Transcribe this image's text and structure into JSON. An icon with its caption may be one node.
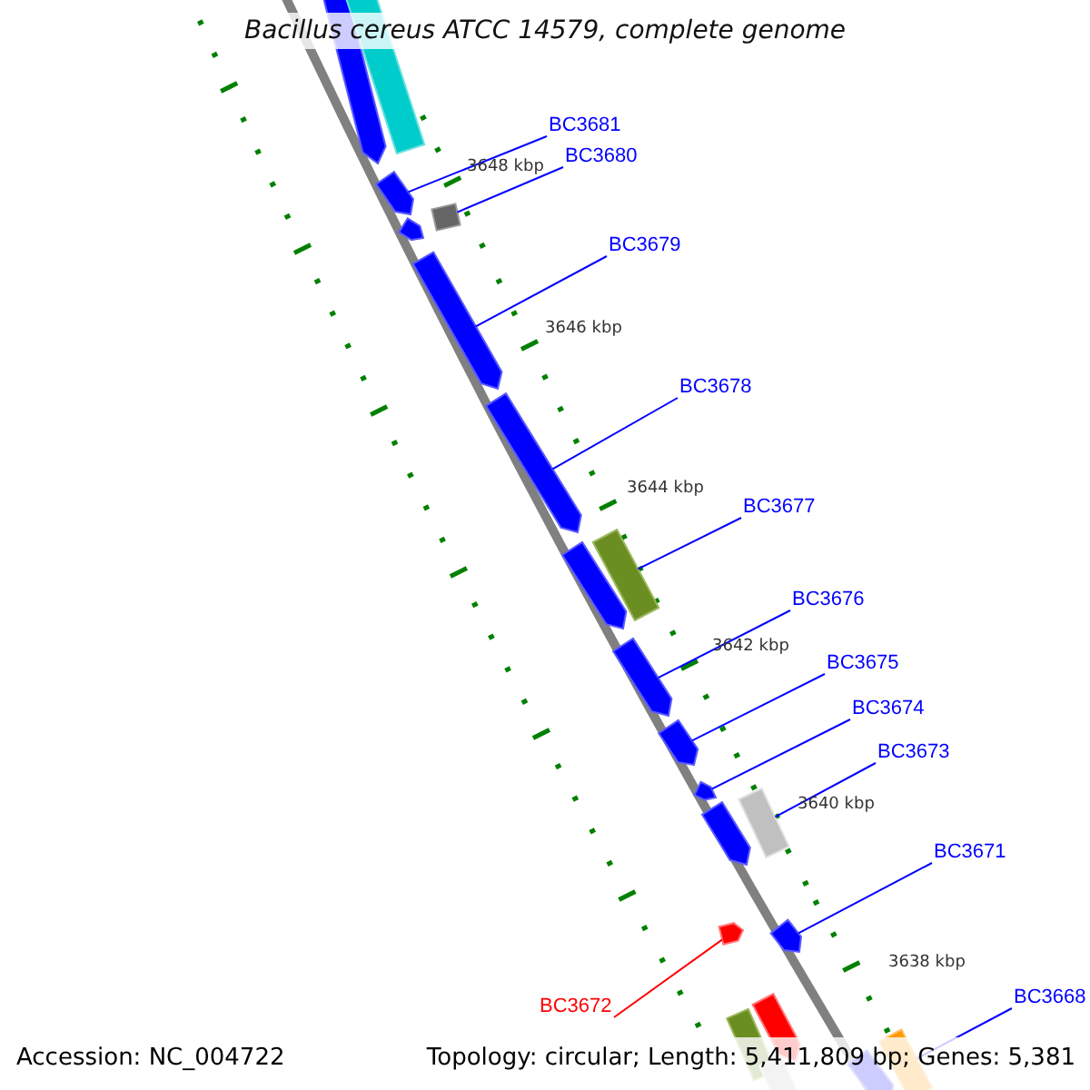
{
  "diagram": {
    "title": "Bacillus cereus ATCC 14579, complete genome",
    "nodes": [
      {
        "text": [
          "BC3681"
        ]
      },
      {
        "text": [
          "BC3680"
        ]
      },
      {
        "text": [
          "BC3679"
        ]
      },
      {
        "text": [
          "BC3678"
        ]
      },
      {
        "text": [
          "BC3677"
        ]
      },
      {
        "text": [
          "BC3676"
        ]
      },
      {
        "text": [
          "BC3675"
        ]
      },
      {
        "text": [
          "BC3674"
        ]
      },
      {
        "text": [
          "BC3673"
        ]
      },
      {
        "text": [
          "BC3671"
        ]
      },
      {
        "text": [
          "BC3668"
        ]
      },
      {
        "text": [
          "BC3672"
        ]
      },
      {
        "text": [],
        "shape": "arrow"
      },
      {
        "text": [],
        "shape": "box"
      },
      {
        "text": [],
        "shape": "arrow"
      },
      {
        "text": [],
        "shape": "box"
      },
      {
        "text": [],
        "shape": "arrow"
      },
      {
        "text": [],
        "shape": "arrow"
      },
      {
        "text": [],
        "shape": "arrow"
      },
      {
        "text": [],
        "shape": "box"
      },
      {
        "text": [],
        "shape": "arrow"
      },
      {
        "text": [],
        "shape": "arrow"
      },
      {
        "text": [],
        "shape": "arrow"
      },
      {
        "text": [],
        "shape": "arrow"
      },
      {
        "text": [],
        "shape": "box"
      },
      {
        "text": [],
        "shape": "arrow"
      },
      {
        "text": [],
        "shape": "arrow"
      },
      {
        "text": [],
        "shape": "arrow"
      },
      {
        "text": [],
        "shape": "arrow"
      },
      {
        "text": [],
        "shape": "box"
      },
      {
        "text": [],
        "shape": "box"
      },
      {
        "text": [],
        "shape": "arrow"
      },
      {
        "text": [],
        "shape": "box"
      }
    ],
    "edges": [
      {
        "from": 0,
        "to": 14,
        "arrow": "none"
      },
      {
        "from": 1,
        "to": 15,
        "arrow": "none"
      },
      {
        "from": 2,
        "to": 17,
        "arrow": "none"
      },
      {
        "from": 3,
        "to": 18,
        "arrow": "none"
      },
      {
        "from": 4,
        "to": 19,
        "arrow": "none"
      },
      {
        "from": 5,
        "to": 21,
        "arrow": "none"
      },
      {
        "from": 6,
        "to": 22,
        "arrow": "none"
      },
      {
        "from": 7,
        "to": 23,
        "arrow": "none"
      },
      {
        "from": 8,
        "to": 24,
        "arrow": "none"
      },
      {
        "from": 9,
        "to": 27,
        "arrow": "none"
      },
      {
        "from": 10,
        "to": 30,
        "arrow": "none"
      },
      {
        "from": 11,
        "to": 26,
        "arrow": "none",
        "color": "#ff0000"
      }
    ],
    "labels": [
      "3648 kbp",
      "3646 kbp",
      "3644 kbp",
      "3642 kbp",
      "3640 kbp",
      "3638 kbp",
      "Accession: NC_004722",
      "Topology: circular; Length: 5,411,809 bp; Genes: 5,381"
    ]
  }
}
